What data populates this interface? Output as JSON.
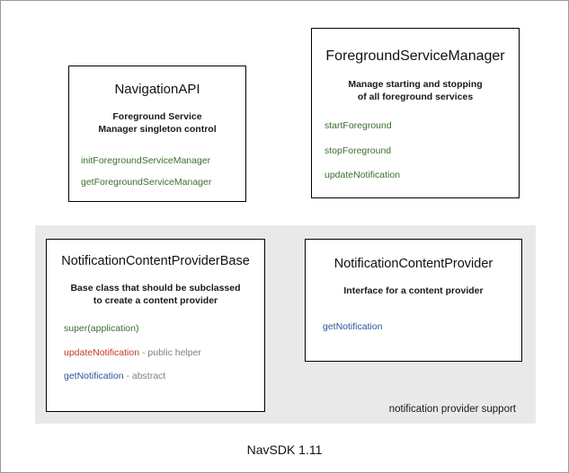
{
  "diagram": {
    "footer_caption": "NavSDK 1.11",
    "group_panel": {
      "label": "notification provider support"
    },
    "boxes": {
      "navigation_api": {
        "title": "NavigationAPI",
        "description_line1": "Foreground Service",
        "description_line2": "Manager singleton control",
        "methods": [
          {
            "name": "initForegroundServiceManager",
            "color": "#3c6e30",
            "note": ""
          },
          {
            "name": "getForegroundServiceManager",
            "color": "#3c6e30",
            "note": ""
          }
        ]
      },
      "foreground_service_manager": {
        "title": "ForegroundServiceManager",
        "description_line1": "Manage starting and stopping",
        "description_line2": "of all foreground services",
        "methods": [
          {
            "name": "startForeground",
            "color": "#3c6e30",
            "note": ""
          },
          {
            "name": "stopForeground",
            "color": "#3c6e30",
            "note": ""
          },
          {
            "name": "updateNotification",
            "color": "#3c6e30",
            "note": ""
          }
        ]
      },
      "notification_content_provider_base": {
        "title": "NotificationContentProviderBase",
        "description_line1": "Base class that should be subclassed",
        "description_line2": "to create a content provider",
        "methods": [
          {
            "name": "super(application)",
            "color": "#3c6e30",
            "note": ""
          },
          {
            "name": "updateNotification",
            "color": "#c0392b",
            "note": " - public helper"
          },
          {
            "name": "getNotification",
            "color": "#2a5699",
            "note": " - abstract"
          }
        ]
      },
      "notification_content_provider": {
        "title": "NotificationContentProvider",
        "description_line1": "Interface for a content provider",
        "description_line2": "",
        "methods": [
          {
            "name": "getNotification",
            "color": "#2a5699",
            "note": ""
          }
        ]
      }
    },
    "colors": {
      "method_green": "#3c6e30",
      "method_red": "#c0392b",
      "method_blue": "#2a5699",
      "method_note_gray": "#808080",
      "panel_background": "#e9e9e9",
      "box_border": "#000000",
      "canvas_background": "#ffffff"
    }
  }
}
